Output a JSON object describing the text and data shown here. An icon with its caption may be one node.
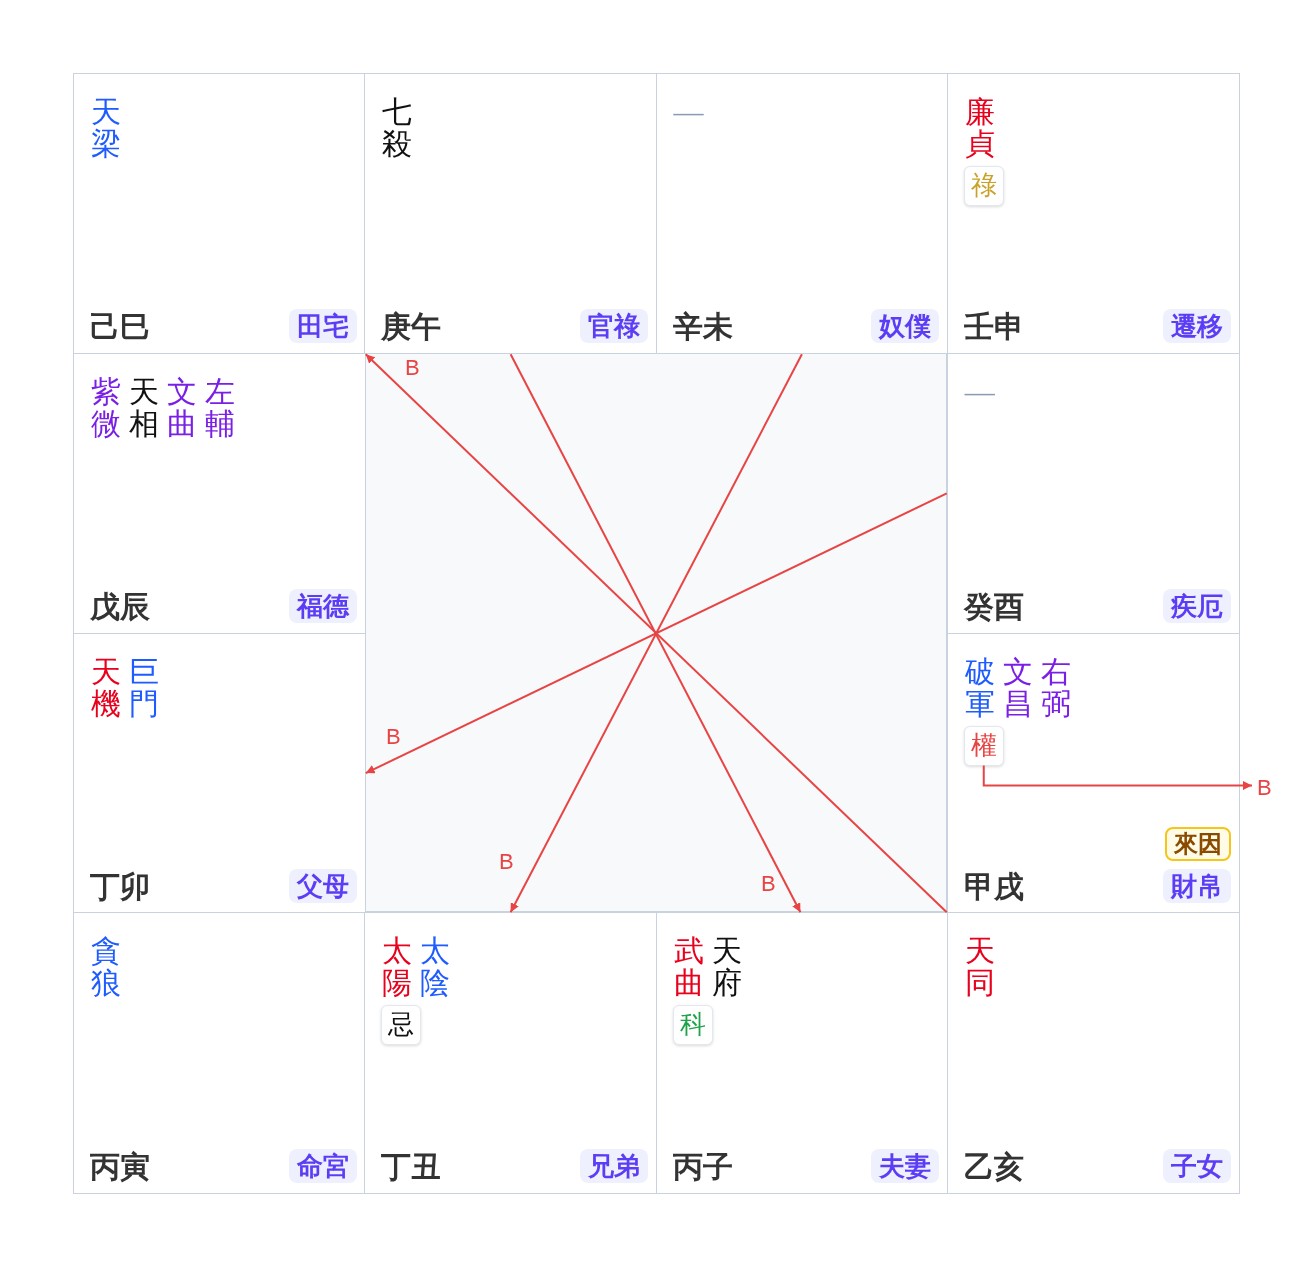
{
  "diagram": {
    "nodes": [
      {
        "text": [
          "天梁",
          "己巳"
        ]
      },
      {
        "text": [
          "田宅"
        ],
        "in": 0
      },
      {
        "text": [
          "七殺",
          "庚午"
        ]
      },
      {
        "text": [
          "官祿"
        ],
        "in": 2
      },
      {
        "text": [
          "—",
          "辛未"
        ]
      },
      {
        "text": [
          "奴僕"
        ],
        "in": 4
      },
      {
        "text": [
          "廉貞",
          "壬申"
        ]
      },
      {
        "text": [
          "祿"
        ],
        "in": 6
      },
      {
        "text": [
          "遷移"
        ],
        "in": 6
      },
      {
        "text": [
          "紫微",
          "天相",
          "文曲",
          "左輔",
          "戊辰"
        ]
      },
      {
        "text": [
          "福德"
        ],
        "in": 9
      },
      {
        "text": [
          "—",
          "癸酉"
        ]
      },
      {
        "text": [
          "疾厄"
        ],
        "in": 11
      },
      {
        "text": [
          "天機",
          "巨門",
          "丁卯"
        ]
      },
      {
        "text": [
          "父母"
        ],
        "in": 13
      },
      {
        "text": [
          "破軍",
          "文昌",
          "右弼",
          "甲戌"
        ]
      },
      {
        "text": [
          "權"
        ],
        "in": 15
      },
      {
        "text": [
          "來因"
        ],
        "in": 15
      },
      {
        "text": [
          "財帛"
        ],
        "in": 15
      },
      {
        "text": [
          "貪狼",
          "丙寅"
        ]
      },
      {
        "text": [
          "命宮"
        ],
        "in": 19
      },
      {
        "text": [
          "太陽",
          "太陰",
          "丁丑"
        ]
      },
      {
        "text": [
          "忌"
        ],
        "in": 21
      },
      {
        "text": [
          "兄弟"
        ],
        "in": 21
      },
      {
        "text": [
          "武曲",
          "天府",
          "丙子"
        ]
      },
      {
        "text": [
          "科"
        ],
        "in": 24
      },
      {
        "text": [
          "夫妻"
        ],
        "in": 24
      },
      {
        "text": [
          "天同",
          "乙亥"
        ]
      },
      {
        "text": [
          "子女"
        ],
        "in": 27
      }
    ],
    "edges": [
      {
        "from": 27,
        "to": 0,
        "arrow": "to",
        "label": "B"
      },
      {
        "from": 2,
        "to": 24,
        "arrow": "to",
        "label": "B"
      },
      {
        "from": 4,
        "to": 21,
        "arrow": "to",
        "label": "B"
      },
      {
        "from": 11,
        "to": 13,
        "arrow": "to",
        "label": "B"
      },
      {
        "from": 16,
        "to": null,
        "arrow": "to",
        "label": "B"
      }
    ]
  }
}
